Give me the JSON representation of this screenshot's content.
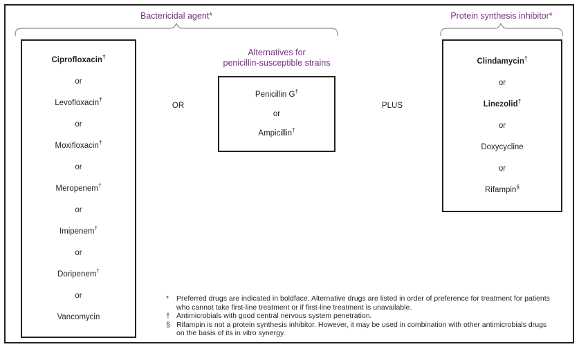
{
  "figure": {
    "groups": {
      "bactericidal": {
        "heading": "Bactericidal agent*"
      },
      "protein_synthesis": {
        "heading": "Protein synthesis inhibitor*"
      }
    },
    "penicillin_alternatives": {
      "heading_line1": "Alternatives for",
      "heading_line2": "penicillin-susceptible strains"
    },
    "boxes": {
      "bactericidal_primary": {
        "entries": [
          {
            "text": "Ciprofloxacin",
            "marker": "†",
            "bold": true
          },
          {
            "text": "or",
            "marker": "",
            "bold": false
          },
          {
            "text": "Levofloxacin",
            "marker": "†",
            "bold": false
          },
          {
            "text": "or",
            "marker": "",
            "bold": false
          },
          {
            "text": "Moxifloxacin",
            "marker": "†",
            "bold": false
          },
          {
            "text": "or",
            "marker": "",
            "bold": false
          },
          {
            "text": "Meropenem",
            "marker": "†",
            "bold": false
          },
          {
            "text": "or",
            "marker": "",
            "bold": false
          },
          {
            "text": "Imipenem",
            "marker": "†",
            "bold": false
          },
          {
            "text": "or",
            "marker": "",
            "bold": false
          },
          {
            "text": "Doripenem",
            "marker": "†",
            "bold": false
          },
          {
            "text": "or",
            "marker": "",
            "bold": false
          },
          {
            "text": "Vancomycin",
            "marker": "",
            "bold": false
          }
        ]
      },
      "penicillin": {
        "entries": [
          {
            "text": "Penicillin G",
            "marker": "†",
            "bold": false
          },
          {
            "text": "or",
            "marker": "",
            "bold": false
          },
          {
            "text": "Ampicillin",
            "marker": "†",
            "bold": false
          }
        ]
      },
      "protein_synthesis": {
        "entries": [
          {
            "text": "Clindamycin",
            "marker": "†",
            "bold": true
          },
          {
            "text": "or",
            "marker": "",
            "bold": false
          },
          {
            "text": "Linezolid",
            "marker": "†",
            "bold": true
          },
          {
            "text": "or",
            "marker": "",
            "bold": false
          },
          {
            "text": "Doxycycline",
            "marker": "",
            "bold": false
          },
          {
            "text": "or",
            "marker": "",
            "bold": false
          },
          {
            "text": "Rifampin",
            "marker": "§",
            "bold": false
          }
        ]
      }
    },
    "connectors": {
      "or": "OR",
      "plus": "PLUS"
    },
    "footnotes": [
      {
        "marker": "*",
        "text": "Preferred drugs are indicated in boldface. Alternative drugs are listed in order of preference for treatment for patients who cannot take first-line treatment or if first-line treatment is unavailable."
      },
      {
        "marker": "†",
        "text": "Antimicrobials with good central nervous system penetration."
      },
      {
        "marker": "§",
        "text": "Rifampin is not a protein synthesis inhibitor. However, it may be used in combination with other antimicrobials drugs on the basis of its in vitro synergy."
      }
    ],
    "colors": {
      "heading_purple": "#7b2d87",
      "text_dark": "#231f20",
      "brace_gray": "#8a8a8a"
    }
  }
}
